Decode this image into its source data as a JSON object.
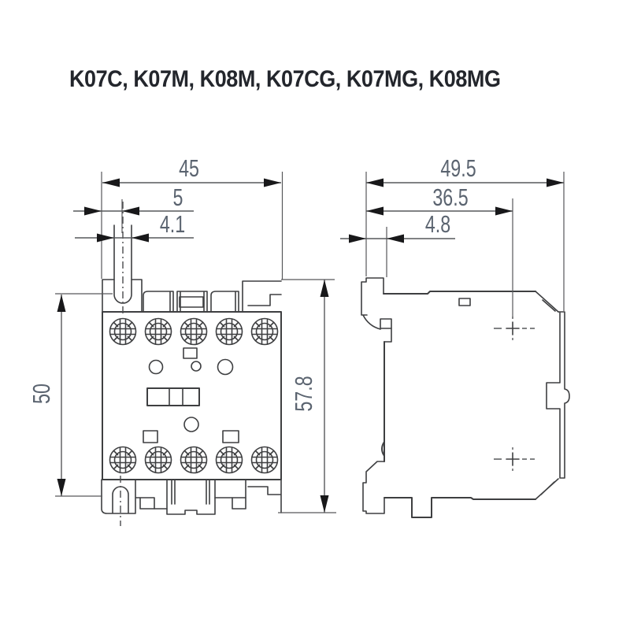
{
  "title": "K07C, K07M, K08M, K07CG, K07MG, K08MG",
  "front_view": {
    "dims": {
      "width": "45",
      "slot_offset": "5",
      "slot_width": "4.1",
      "mounting_height": "50",
      "overall_height": "57.8"
    }
  },
  "side_view": {
    "dims": {
      "depth": "49.5",
      "depth_to_rail": "36.5",
      "rail_offset": "4.8"
    }
  },
  "colors": {
    "background": "#ffffff",
    "drawing_line": "#3e3f41",
    "dimension_line": "#57585b",
    "dimension_text": "#5b6470",
    "title_text": "#23262c",
    "arrow": "#18181a"
  }
}
